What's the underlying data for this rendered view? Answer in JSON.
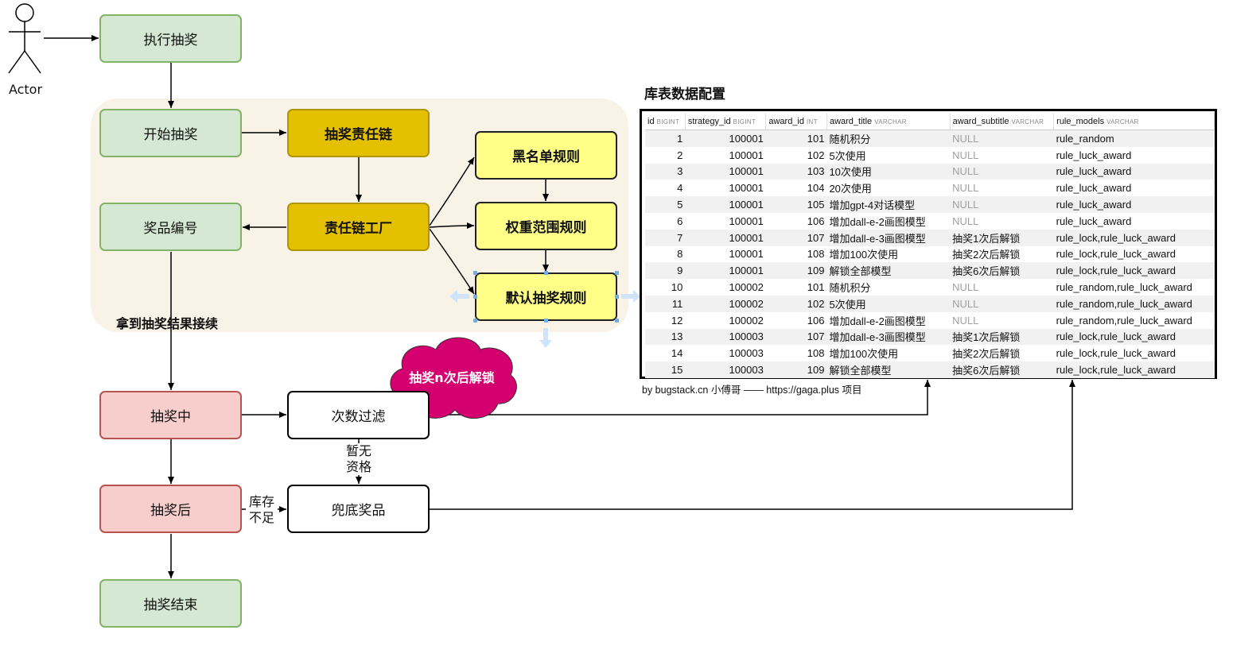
{
  "actor": {
    "label": "Actor"
  },
  "nodes": {
    "exec_draw": "执行抽奖",
    "start_draw": "开始抽奖",
    "award_id": "奖品编号",
    "chain": "抽奖责任链",
    "chain_factory": "责任链工厂",
    "blacklist_rule": "黑名单规则",
    "weight_rule": "权重范围规则",
    "default_rule": "默认抽奖规则",
    "drawing": "抽奖中",
    "after_draw": "抽奖后",
    "end_draw": "抽奖结束",
    "count_filter": "次数过滤",
    "fallback_award": "兜底奖品"
  },
  "edge_labels": {
    "result_continue": "拿到抽奖结果接续",
    "no_qualify_1": "暂无",
    "no_qualify_2": "资格",
    "stock_short_1": "库存",
    "stock_short_2": "不足"
  },
  "cloud": {
    "label": "抽奖n次后解锁",
    "color": "#d5006f"
  },
  "table": {
    "title": "库表数据配置",
    "columns": [
      {
        "name": "id",
        "type": "BIGINT"
      },
      {
        "name": "strategy_id",
        "type": "BIGINT"
      },
      {
        "name": "award_id",
        "type": "INT"
      },
      {
        "name": "award_title",
        "type": "VARCHAR"
      },
      {
        "name": "award_subtitle",
        "type": "VARCHAR"
      },
      {
        "name": "rule_models",
        "type": "VARCHAR"
      }
    ],
    "rows": [
      [
        "1",
        "100001",
        "101",
        "随机积分",
        "NULL",
        "rule_random"
      ],
      [
        "2",
        "100001",
        "102",
        "5次使用",
        "NULL",
        "rule_luck_award"
      ],
      [
        "3",
        "100001",
        "103",
        "10次使用",
        "NULL",
        "rule_luck_award"
      ],
      [
        "4",
        "100001",
        "104",
        "20次使用",
        "NULL",
        "rule_luck_award"
      ],
      [
        "5",
        "100001",
        "105",
        "增加gpt-4对话模型",
        "NULL",
        "rule_luck_award"
      ],
      [
        "6",
        "100001",
        "106",
        "增加dall-e-2画图模型",
        "NULL",
        "rule_luck_award"
      ],
      [
        "7",
        "100001",
        "107",
        "增加dall-e-3画图模型",
        "抽奖1次后解锁",
        "rule_lock,rule_luck_award"
      ],
      [
        "8",
        "100001",
        "108",
        "增加100次使用",
        "抽奖2次后解锁",
        "rule_lock,rule_luck_award"
      ],
      [
        "9",
        "100001",
        "109",
        "解锁全部模型",
        "抽奖6次后解锁",
        "rule_lock,rule_luck_award"
      ],
      [
        "10",
        "100002",
        "101",
        "随机积分",
        "NULL",
        "rule_random,rule_luck_award"
      ],
      [
        "11",
        "100002",
        "102",
        "5次使用",
        "NULL",
        "rule_random,rule_luck_award"
      ],
      [
        "12",
        "100002",
        "106",
        "增加dall-e-2画图模型",
        "NULL",
        "rule_random,rule_luck_award"
      ],
      [
        "13",
        "100003",
        "107",
        "增加dall-e-3画图模型",
        "抽奖1次后解锁",
        "rule_lock,rule_luck_award"
      ],
      [
        "14",
        "100003",
        "108",
        "增加100次使用",
        "抽奖2次后解锁",
        "rule_lock,rule_luck_award"
      ],
      [
        "15",
        "100003",
        "109",
        "解锁全部模型",
        "抽奖6次后解锁",
        "rule_lock,rule_luck_award"
      ]
    ],
    "footer": "by bugstack.cn 小傅哥 —— https://gaga.plus 项目"
  },
  "colors": {
    "green_fill": "#d5e8d4",
    "gold_fill": "#e3c100",
    "yellow_fill": "#ffff88",
    "red_fill": "#f8cecc",
    "group_bg": "#f8f3e6"
  }
}
